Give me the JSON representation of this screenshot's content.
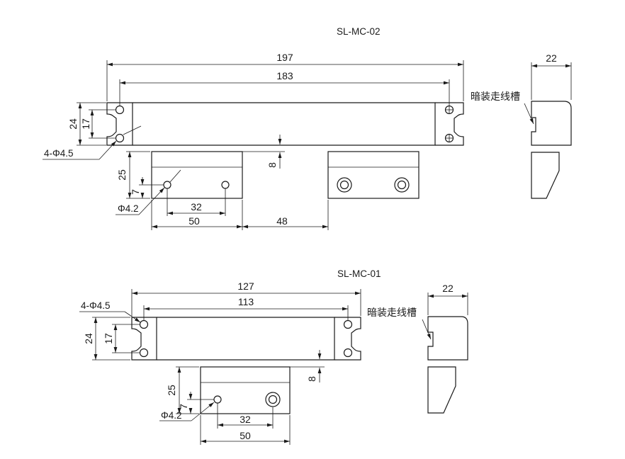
{
  "colors": {
    "line": "#1a1a1a",
    "background": "#ffffff"
  },
  "drawings": [
    {
      "model": "SL-MC-02",
      "hole_label": "4-Φ4.5",
      "magnet_hole_label": "Φ4.2",
      "groove_label": "暗装走线槽",
      "dims": {
        "length": "197",
        "hole_span": "183",
        "width": "24",
        "hole_pitch": "17",
        "gap": "8",
        "magnet_height": "25",
        "magnet_hole_offset": "7",
        "magnet_hole_span": "32",
        "magnet_length": "50",
        "magnet_distance": "48",
        "side_width": "22"
      }
    },
    {
      "model": "SL-MC-01",
      "hole_label": "4-Φ4.5",
      "magnet_hole_label": "Φ4.2",
      "groove_label": "暗装走线槽",
      "dims": {
        "length": "127",
        "hole_span": "113",
        "width": "24",
        "hole_pitch": "17",
        "gap": "8",
        "magnet_height": "25",
        "magnet_hole_offset": "7",
        "magnet_hole_span": "32",
        "magnet_length": "50",
        "side_width": "22"
      }
    }
  ]
}
